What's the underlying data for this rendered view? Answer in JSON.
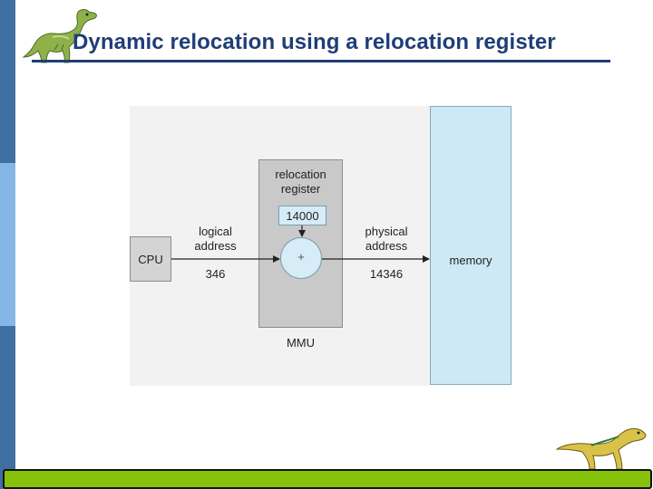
{
  "slide": {
    "title": "Dynamic relocation using a relocation register"
  },
  "diagram": {
    "cpu_label": "CPU",
    "relocation_register_label": "relocation\nregister",
    "relocation_register_value": "14000",
    "adder_symbol": "+",
    "logical_address_label": "logical\naddress",
    "logical_address_value": "346",
    "physical_address_label": "physical\naddress",
    "physical_address_value": "14346",
    "mmu_label": "MMU",
    "memory_label": "memory"
  },
  "decor": {
    "top_icon": "dinosaur-icon",
    "bottom_icon": "dinosaur-icon",
    "footer_color": "#86c20a",
    "title_color": "#1f3e77",
    "sidebar_color": "#3f70a3"
  }
}
